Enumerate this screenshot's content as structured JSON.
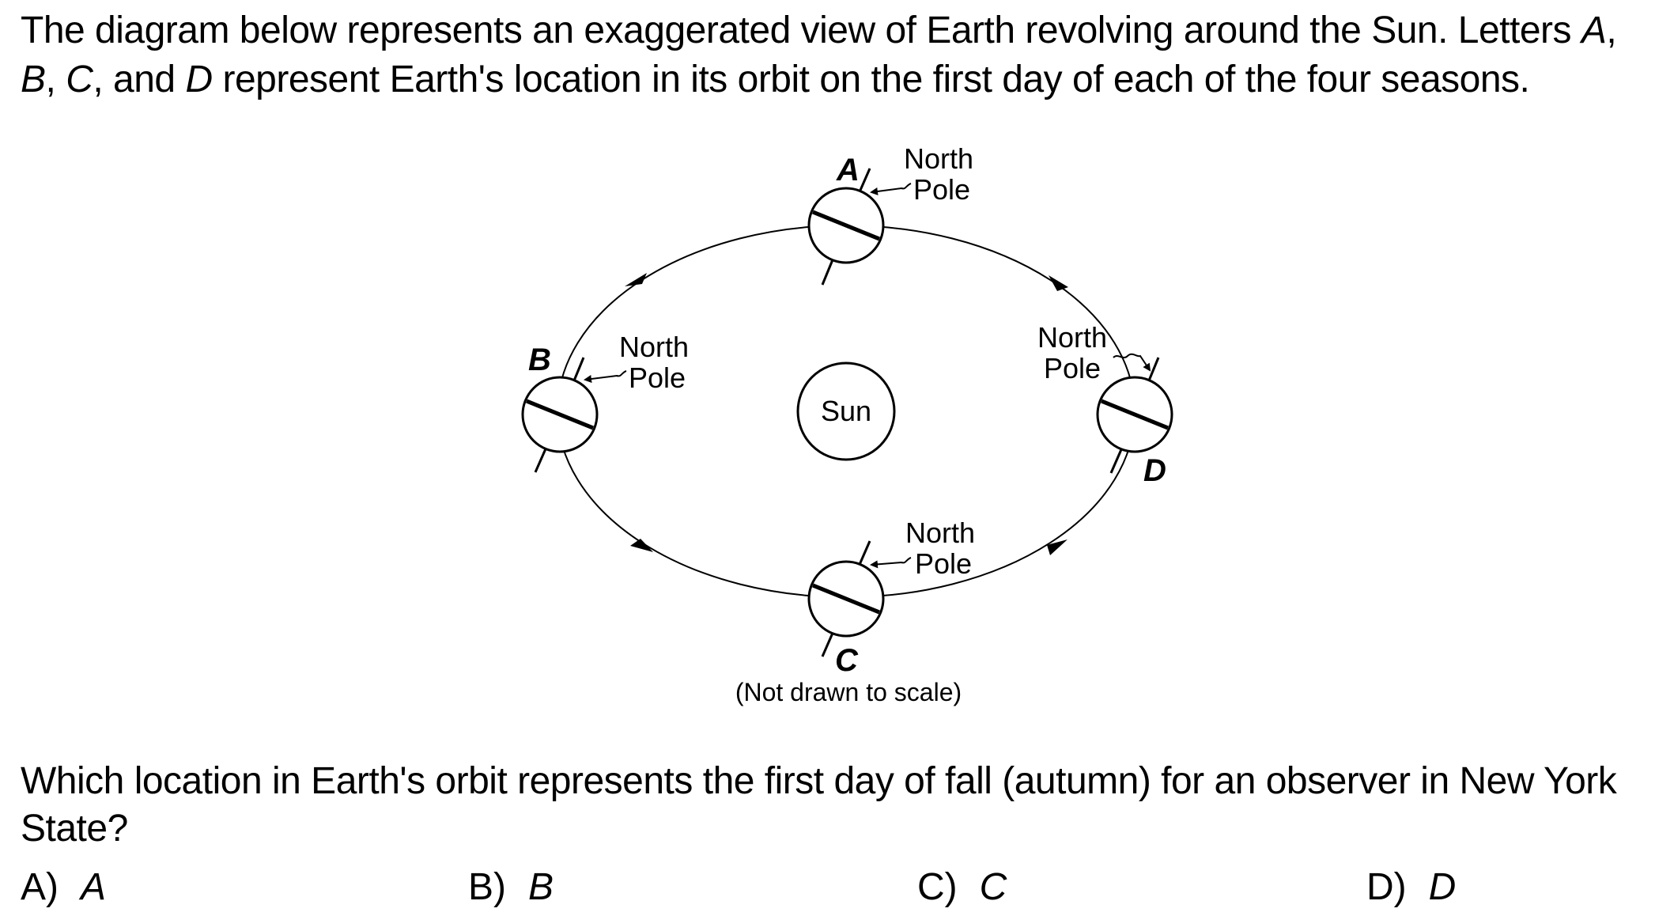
{
  "intro": {
    "part1": "The diagram below represents an exaggerated view of Earth revolving around the Sun. Letters ",
    "letter_a": "A",
    "sep1": ", ",
    "letter_b": "B",
    "sep2": ", ",
    "letter_c": "C",
    "sep3": ", and ",
    "letter_d": "D",
    "part2": " represent Earth's location in its orbit on the first day of each of the four seasons."
  },
  "diagram": {
    "sun_label": "Sun",
    "positions": [
      {
        "letter": "A",
        "pole_line1": "North",
        "pole_line2": "Pole"
      },
      {
        "letter": "B",
        "pole_line1": "North",
        "pole_line2": "Pole"
      },
      {
        "letter": "C",
        "pole_line1": "North",
        "pole_line2": "Pole"
      },
      {
        "letter": "D",
        "pole_line1": "North",
        "pole_line2": "Pole"
      }
    ],
    "note": "(Not drawn to scale)"
  },
  "question": "Which location in Earth's orbit represents the first day of fall (autumn) for an observer in New York State?",
  "choices": [
    {
      "label": "A)",
      "text": "A"
    },
    {
      "label": "B)",
      "text": "B"
    },
    {
      "label": "C)",
      "text": "C"
    },
    {
      "label": "D)",
      "text": "D"
    }
  ]
}
